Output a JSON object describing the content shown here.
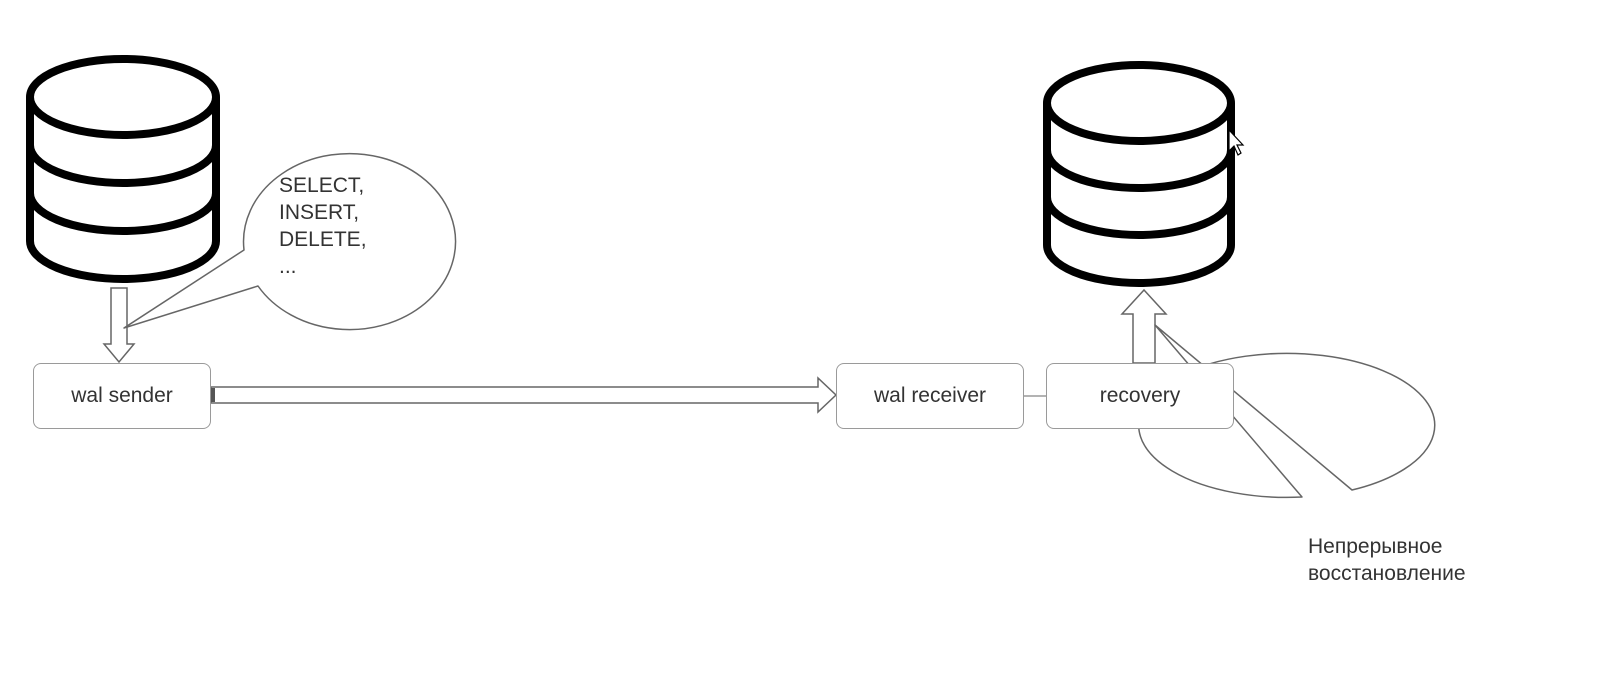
{
  "nodes": {
    "wal_sender": "wal sender",
    "wal_receiver": "wal receiver",
    "recovery": "recovery"
  },
  "callouts": {
    "statements": [
      "SELECT,",
      "INSERT,",
      "DELETE,",
      "..."
    ],
    "continuous_recovery": [
      "Непрерывное",
      "восстановление"
    ]
  },
  "icons": {
    "primary_db": "database-icon",
    "replica_db": "database-icon",
    "cursor": "mouse-pointer-icon"
  }
}
